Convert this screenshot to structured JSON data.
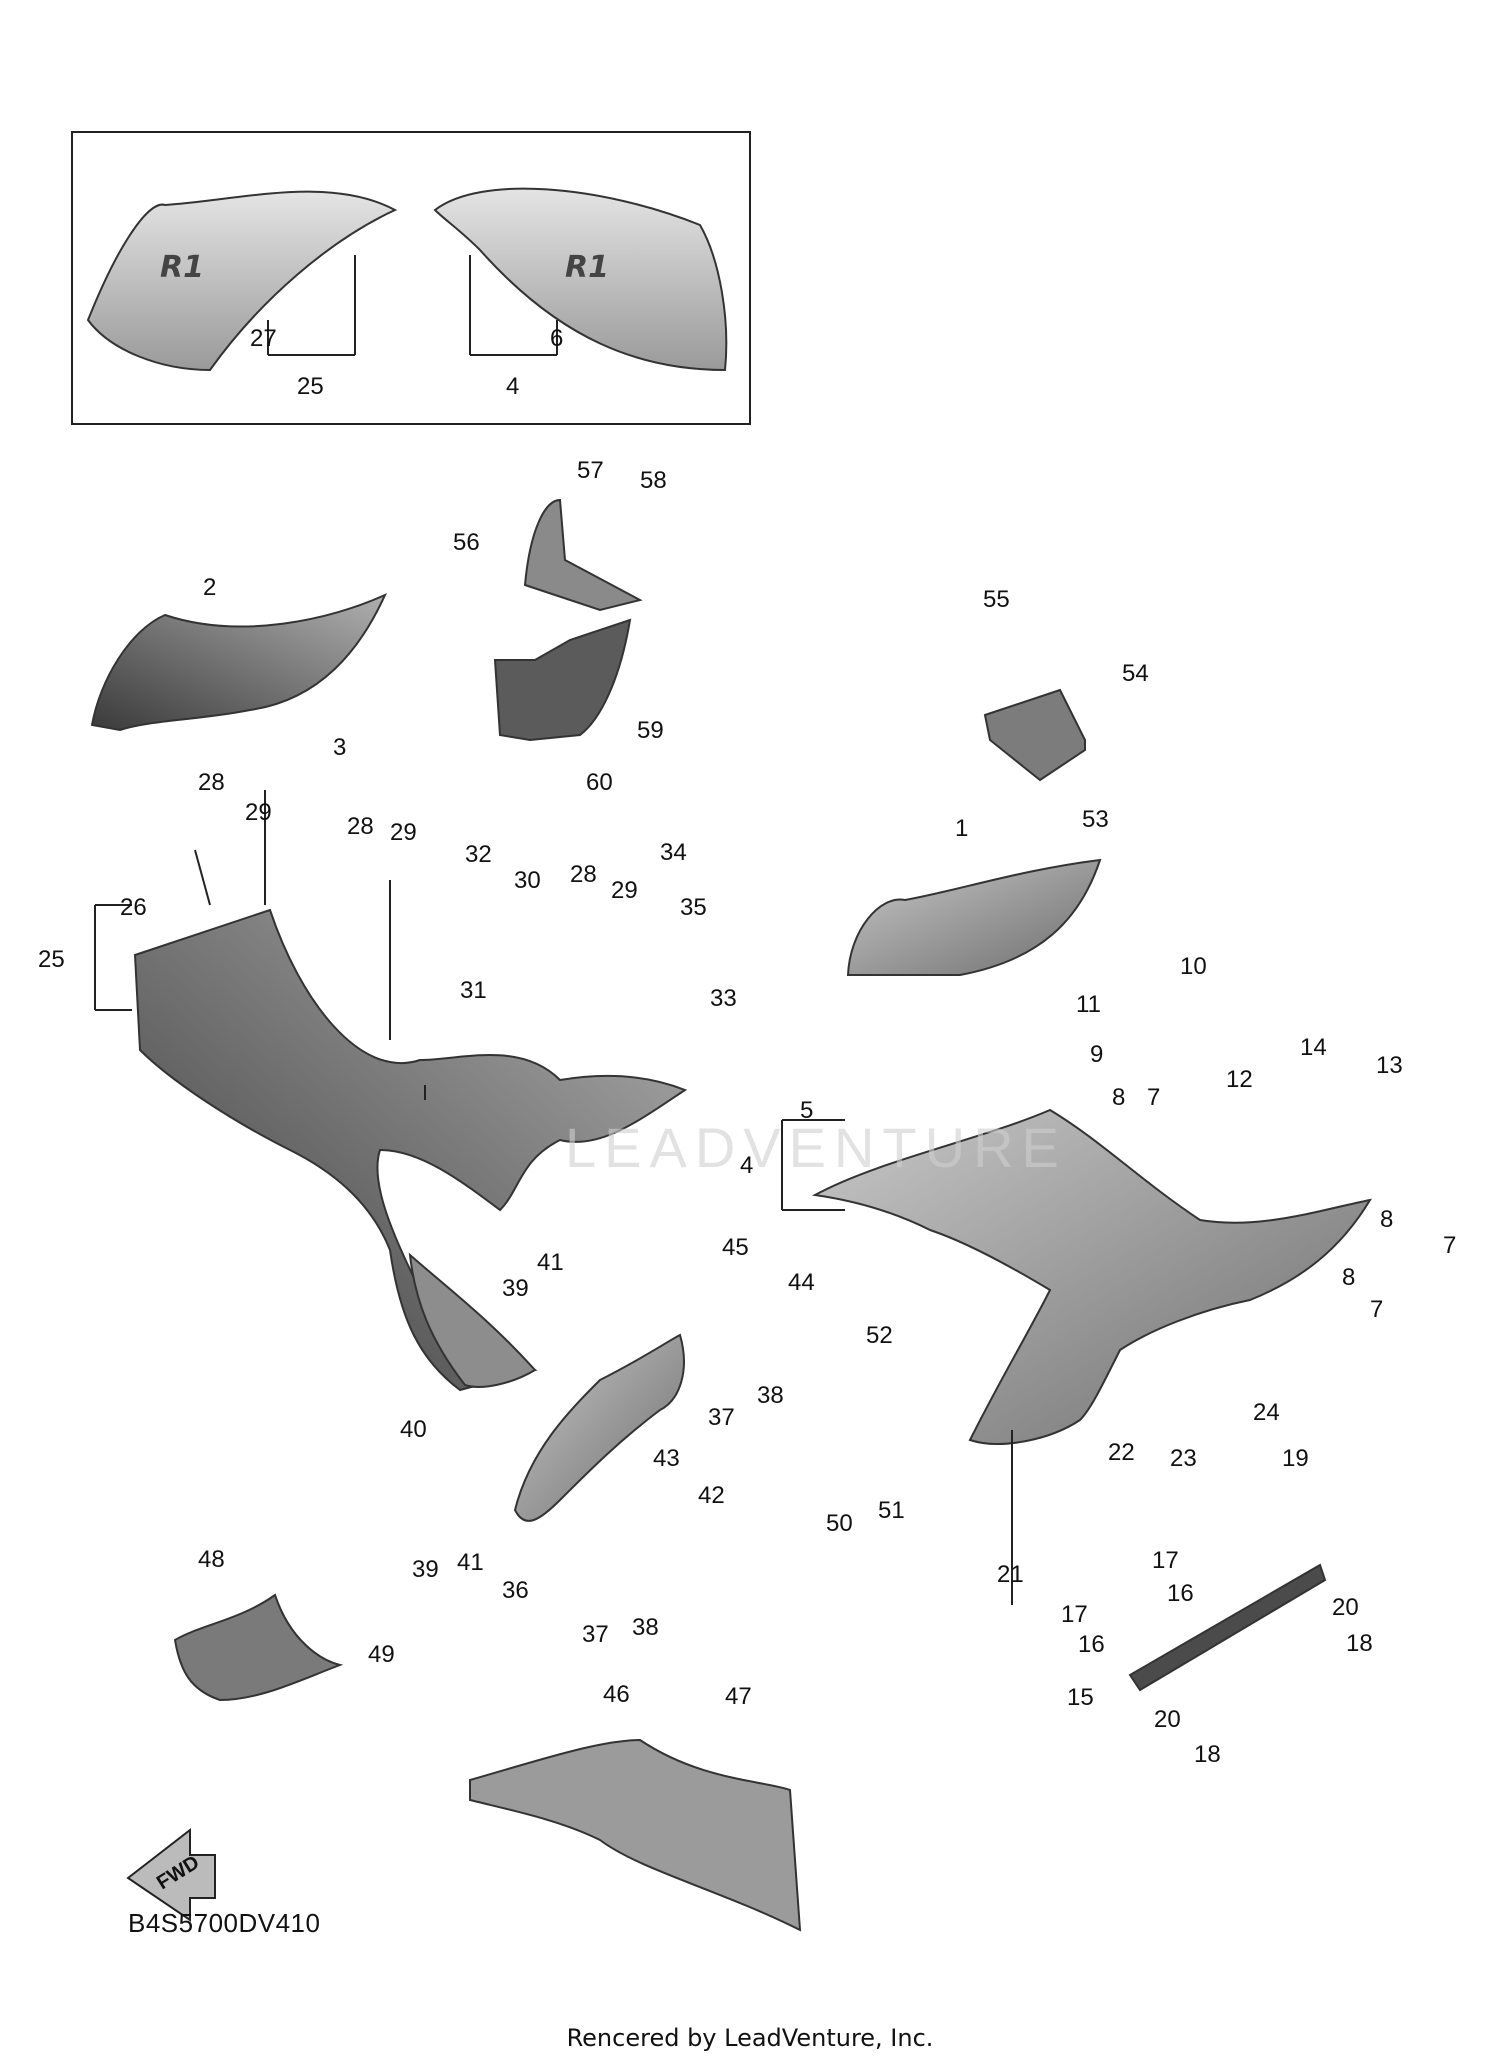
{
  "labels": [
    "1",
    "2",
    "3",
    "4",
    "5",
    "6",
    "7",
    "8",
    "9",
    "10",
    "11",
    "12",
    "13",
    "14",
    "15",
    "16",
    "17",
    "18",
    "19",
    "20",
    "21",
    "22",
    "23",
    "24",
    "25",
    "26",
    "27",
    "28",
    "29",
    "30",
    "31",
    "32",
    "33",
    "34",
    "35",
    "36",
    "37",
    "38",
    "39",
    "40",
    "41",
    "42",
    "43",
    "44",
    "45",
    "46",
    "47",
    "48",
    "49",
    "50",
    "51",
    "52",
    "53",
    "54",
    "55",
    "56",
    "57",
    "58",
    "59",
    "60"
  ],
  "inset": {
    "decal_text": "R1"
  },
  "watermark": "LEADVENTURE",
  "fwd_label": "FWD",
  "diagram_code": "B4S5700DV410",
  "footer": "Rencered by LeadVenture, Inc."
}
